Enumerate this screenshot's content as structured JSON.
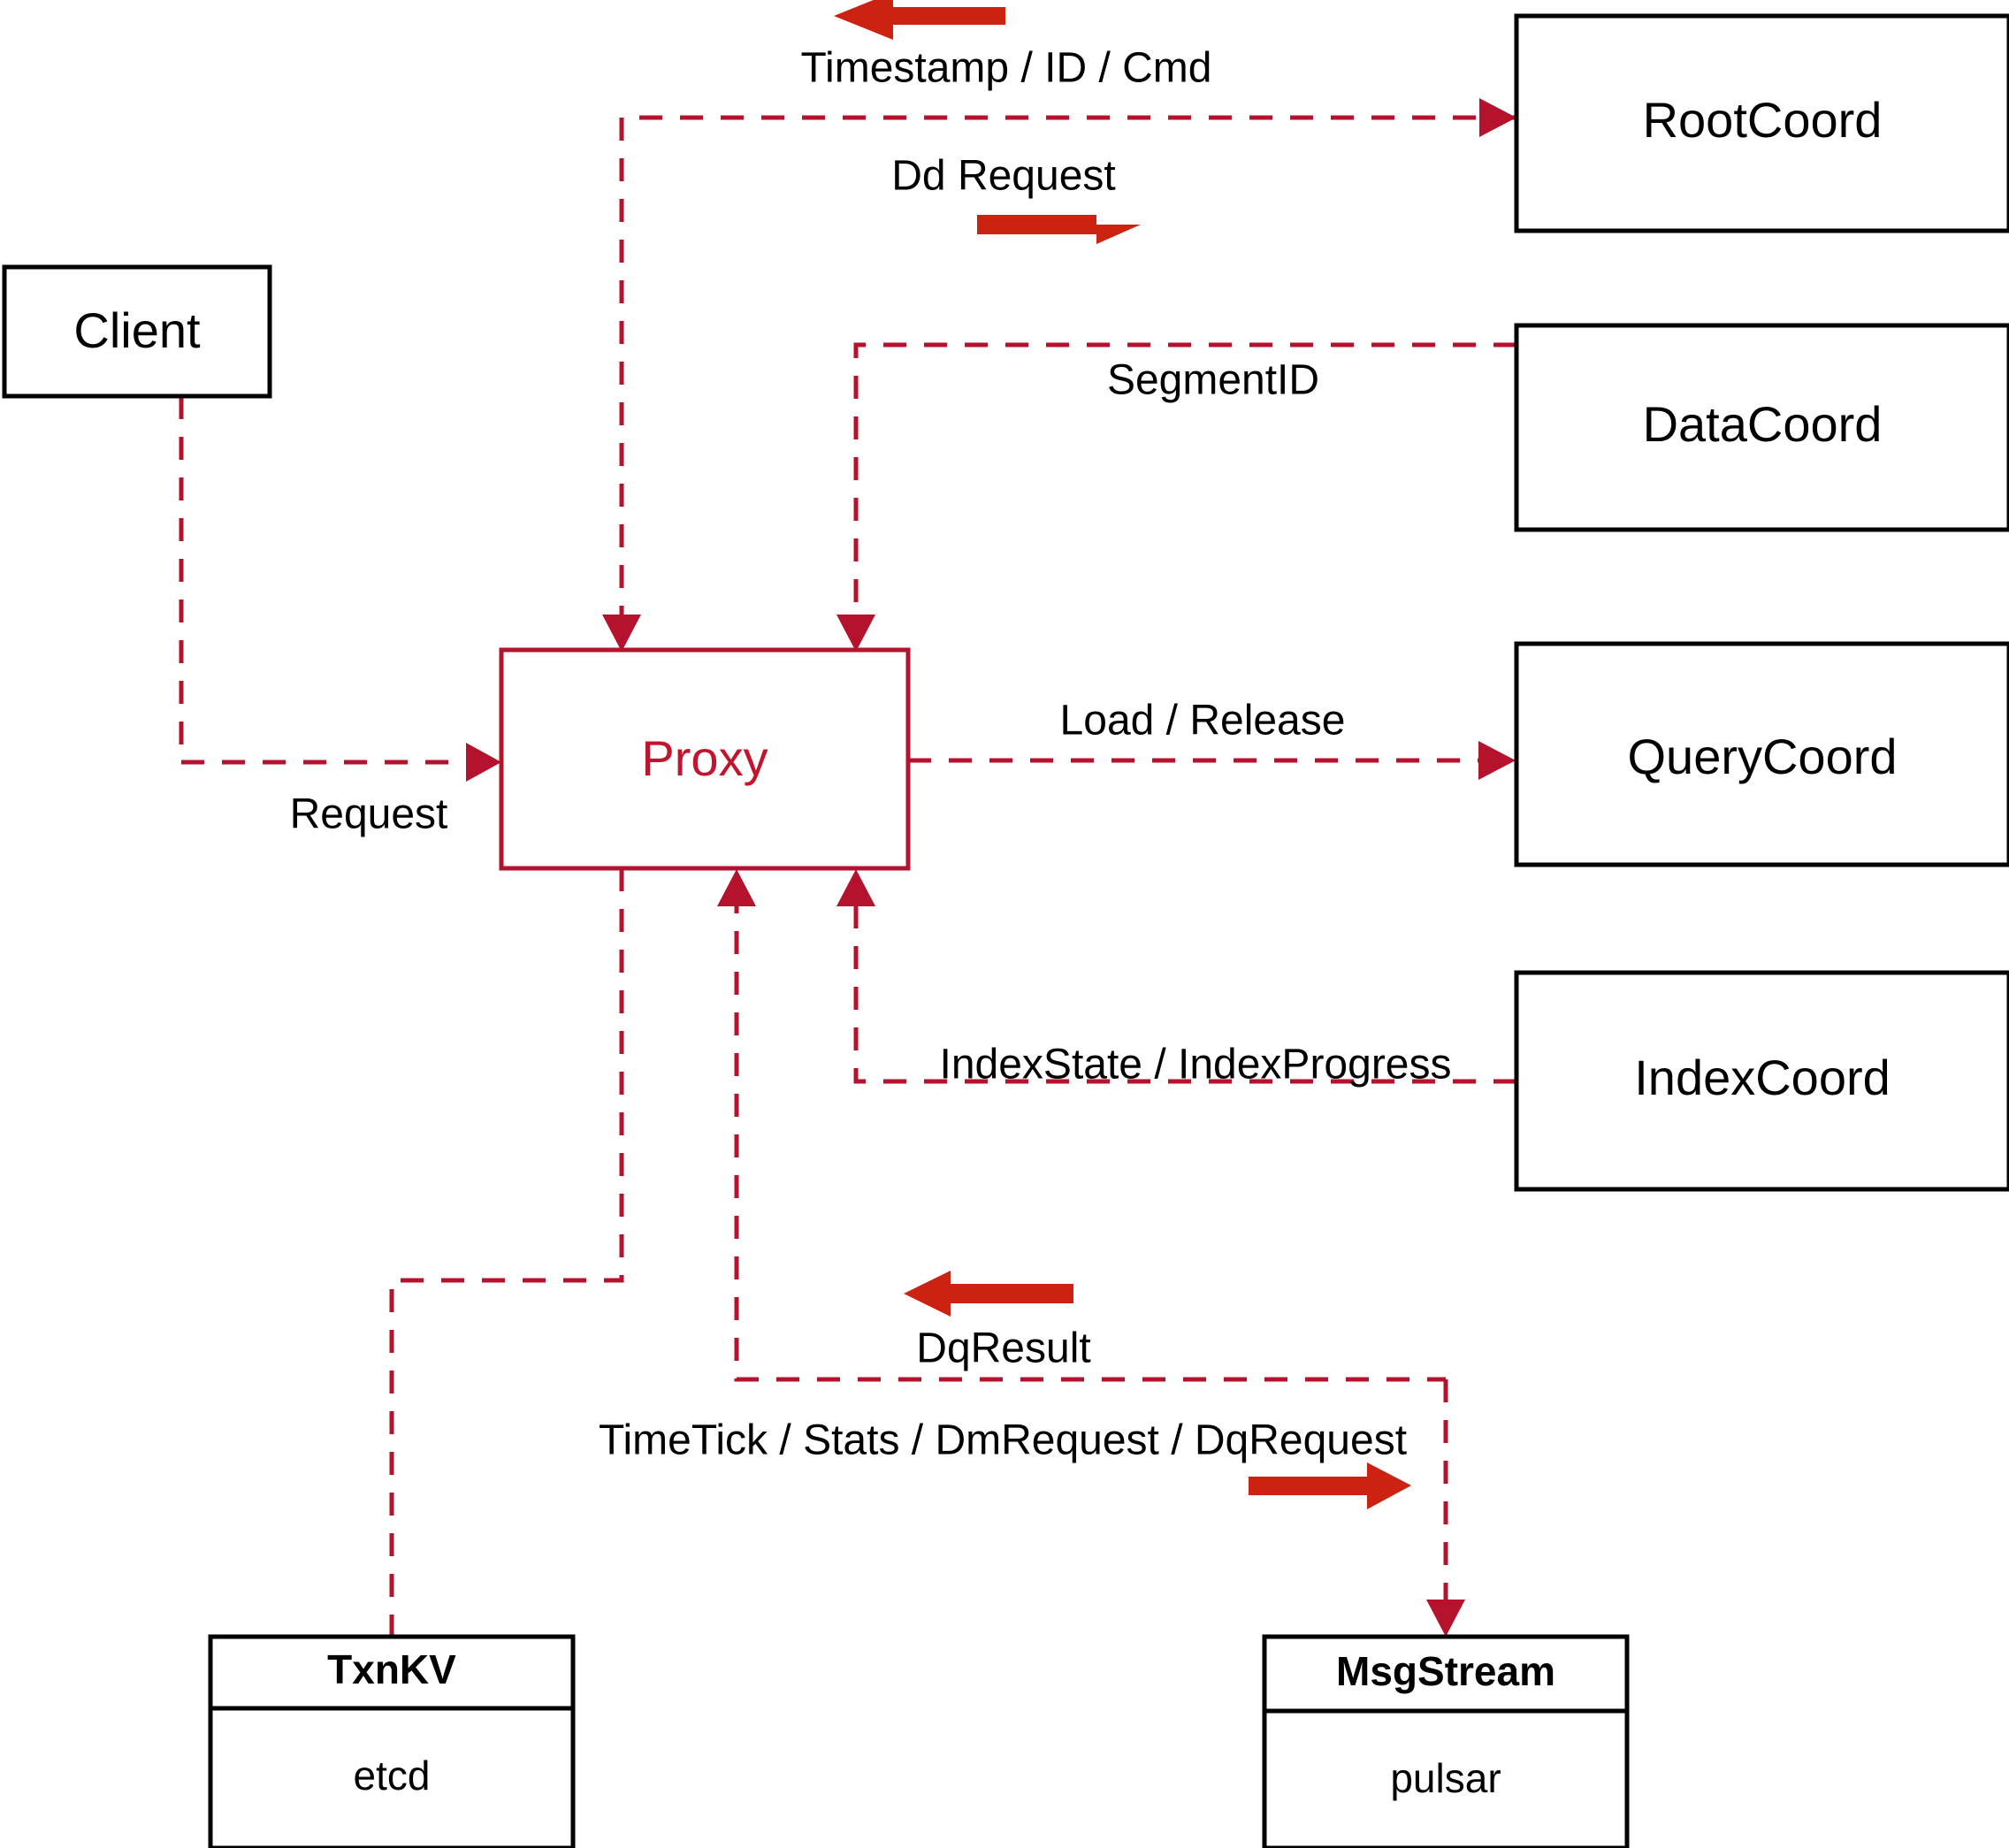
{
  "diagram": {
    "title": "Milvus Proxy Interaction Diagram",
    "colors": {
      "accent": "#b5122e",
      "proxy_text": "#c3142d",
      "flow_arrow": "#cc2211",
      "node_border": "#000000",
      "background": "#ffffff"
    },
    "nodes": [
      {
        "id": "client",
        "label": "Client",
        "style": "plain"
      },
      {
        "id": "proxy",
        "label": "Proxy",
        "style": "accent"
      },
      {
        "id": "rootcoord",
        "label": "RootCoord",
        "style": "plain"
      },
      {
        "id": "datacoord",
        "label": "DataCoord",
        "style": "plain"
      },
      {
        "id": "querycoord",
        "label": "QueryCoord",
        "style": "plain"
      },
      {
        "id": "indexcoord",
        "label": "IndexCoord",
        "style": "plain"
      },
      {
        "id": "txnkv",
        "label": "TxnKV",
        "sublabel": "etcd",
        "style": "two-row"
      },
      {
        "id": "msgstream",
        "label": "MsgStream",
        "sublabel": "pulsar",
        "style": "two-row"
      }
    ],
    "edges": [
      {
        "id": "timestamp-id-cmd",
        "label": "Timestamp / ID / Cmd",
        "from": "rootcoord",
        "to": "proxy",
        "arrow_direction": "left"
      },
      {
        "id": "dd-request",
        "label": "Dd Request",
        "from": "proxy",
        "to": "rootcoord",
        "arrow_direction": "right"
      },
      {
        "id": "segment-id",
        "label": "SegmentID",
        "from": "datacoord",
        "to": "proxy",
        "arrow_direction": "none"
      },
      {
        "id": "request",
        "label": "Request",
        "from": "client",
        "to": "proxy",
        "arrow_direction": "none"
      },
      {
        "id": "load-release",
        "label": "Load / Release",
        "from": "proxy",
        "to": "querycoord",
        "arrow_direction": "none"
      },
      {
        "id": "index-state",
        "label": "IndexState / IndexProgress",
        "from": "indexcoord",
        "to": "proxy",
        "arrow_direction": "none"
      },
      {
        "id": "dq-result",
        "label": "DqResult",
        "from": "msgstream",
        "to": "proxy",
        "arrow_direction": "left"
      },
      {
        "id": "timetick-stats",
        "label": "TimeTick / Stats / DmRequest / DqRequest",
        "from": "proxy",
        "to": "msgstream",
        "arrow_direction": "right"
      }
    ]
  }
}
